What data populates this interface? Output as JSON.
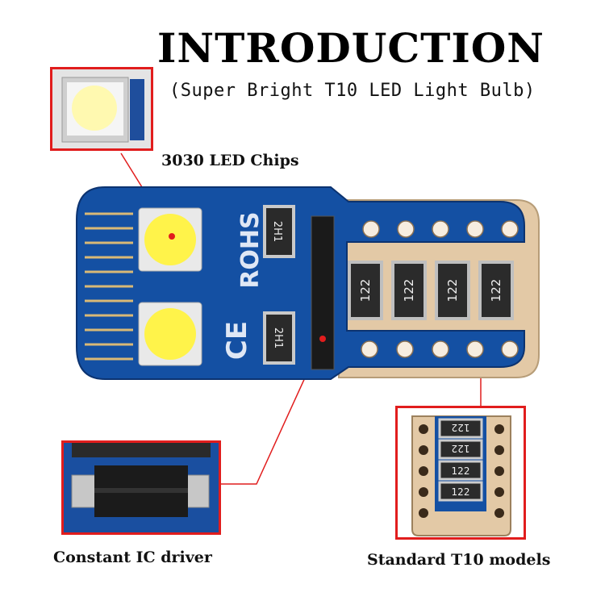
{
  "heading": {
    "title": "INTRODUCTION",
    "subtitle": "(Super Bright T10 LED Light Bulb)"
  },
  "callouts": {
    "led_chips": "3030 LED Chips",
    "ic_driver": "Constant IC driver",
    "t10_models": "Standard T10 models"
  },
  "board_markings": {
    "rohs": "ROHS",
    "ce": "CE",
    "resistor_small": "2H1",
    "resistor_large": "122"
  },
  "colors": {
    "pcb_blue": "#1450a3",
    "callout_red": "#e11d1d",
    "copper": "#e3c9a6",
    "led_yellow": "#fff34a"
  }
}
